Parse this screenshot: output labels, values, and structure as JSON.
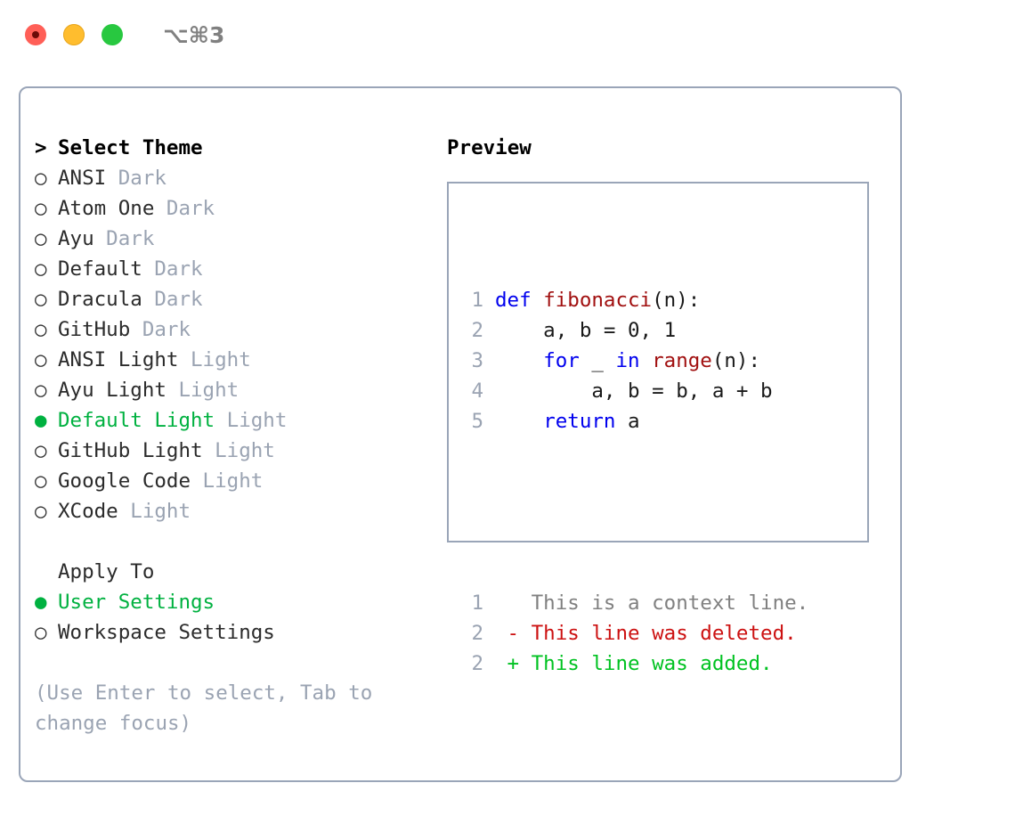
{
  "titlebar": {
    "shortcut": "⌥⌘3",
    "lights": [
      {
        "name": "close",
        "color": "#ff5f57"
      },
      {
        "name": "minimize",
        "color": "#ffbd2e"
      },
      {
        "name": "maximize",
        "color": "#28c840"
      }
    ]
  },
  "theme_section": {
    "header_marker": ">",
    "header": "Select Theme",
    "items": [
      {
        "marker": "○",
        "name": "ANSI",
        "category": "Dark",
        "selected": false
      },
      {
        "marker": "○",
        "name": "Atom One",
        "category": "Dark",
        "selected": false
      },
      {
        "marker": "○",
        "name": "Ayu",
        "category": "Dark",
        "selected": false
      },
      {
        "marker": "○",
        "name": "Default",
        "category": "Dark",
        "selected": false
      },
      {
        "marker": "○",
        "name": "Dracula",
        "category": "Dark",
        "selected": false
      },
      {
        "marker": "○",
        "name": "GitHub",
        "category": "Dark",
        "selected": false
      },
      {
        "marker": "○",
        "name": "ANSI Light",
        "category": "Light",
        "selected": false
      },
      {
        "marker": "○",
        "name": "Ayu Light",
        "category": "Light",
        "selected": false
      },
      {
        "marker": "●",
        "name": "Default Light",
        "category": "Light",
        "selected": true
      },
      {
        "marker": "○",
        "name": "GitHub Light",
        "category": "Light",
        "selected": false
      },
      {
        "marker": "○",
        "name": "Google Code",
        "category": "Light",
        "selected": false
      },
      {
        "marker": "○",
        "name": "XCode",
        "category": "Light",
        "selected": false
      }
    ]
  },
  "apply_to_section": {
    "header": "Apply To",
    "items": [
      {
        "marker": "●",
        "name": "User Settings",
        "selected": true
      },
      {
        "marker": "○",
        "name": "Workspace Settings",
        "selected": false
      }
    ]
  },
  "hint": "(Use Enter to select, Tab to change focus)",
  "preview": {
    "title": "Preview",
    "code_lines": [
      {
        "number": "1",
        "tokens": [
          {
            "t": "def",
            "c": "kw"
          },
          {
            "t": " ",
            "c": "plain"
          },
          {
            "t": "fibonacci",
            "c": "fn"
          },
          {
            "t": "(n):",
            "c": "plain"
          }
        ]
      },
      {
        "number": "2",
        "tokens": [
          {
            "t": "    a, b = 0, 1",
            "c": "plain"
          }
        ]
      },
      {
        "number": "3",
        "tokens": [
          {
            "t": "    ",
            "c": "plain"
          },
          {
            "t": "for",
            "c": "kw"
          },
          {
            "t": " _ ",
            "c": "plain"
          },
          {
            "t": "in",
            "c": "kw"
          },
          {
            "t": " ",
            "c": "plain"
          },
          {
            "t": "range",
            "c": "fn"
          },
          {
            "t": "(n):",
            "c": "plain"
          }
        ]
      },
      {
        "number": "4",
        "tokens": [
          {
            "t": "        a, b = b, a + b",
            "c": "plain"
          }
        ]
      },
      {
        "number": "5",
        "tokens": [
          {
            "t": "    ",
            "c": "plain"
          },
          {
            "t": "return",
            "c": "kw"
          },
          {
            "t": " a",
            "c": "plain"
          }
        ]
      }
    ],
    "diff_lines": [
      {
        "number": "1",
        "sign": " ",
        "text": "This is a context line.",
        "kind": "ctx"
      },
      {
        "number": "2",
        "sign": "-",
        "text": "This line was deleted.",
        "kind": "del"
      },
      {
        "number": "2",
        "sign": "+",
        "text": "This line was added.",
        "kind": "add"
      }
    ]
  },
  "colors": {
    "selected_green": "#00b140",
    "muted_gray": "#9aa3b2",
    "border": "#9aa5b8",
    "keyword_blue": "#0000ee",
    "function_red": "#a11010",
    "diff_added": "#00c221",
    "diff_deleted": "#cc1111"
  }
}
